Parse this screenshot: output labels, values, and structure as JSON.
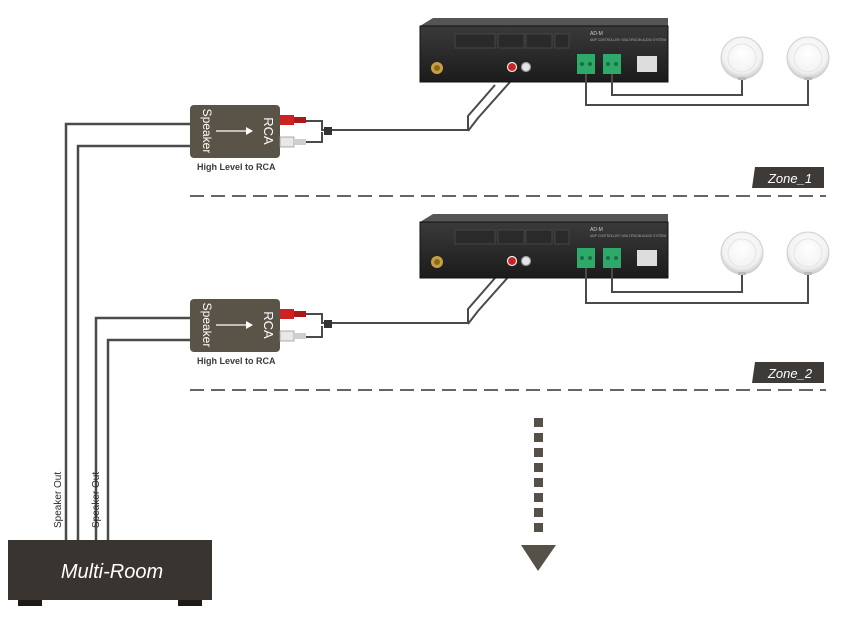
{
  "zones": [
    {
      "label": "Zone_1",
      "converter_label": "High Level  to RCA"
    },
    {
      "label": "Zone_2",
      "converter_label": "High Level  to RCA"
    }
  ],
  "converter": {
    "input": "Speaker",
    "output": "RCA"
  },
  "speaker_out_labels": [
    "Speaker Out",
    "Speaker Out"
  ],
  "amplifier": {
    "model": "AD-M",
    "subtitle": "AMP CONTROLLER / MULTIROOM AUDIO SYSTEM"
  },
  "source_device": {
    "label": "Multi-Room"
  },
  "colors": {
    "converter_box": "#5a5347",
    "multiroom_box": "#3a3431",
    "zone_tag": "#3e3a38",
    "arrow": "#555148",
    "wire": "#4a4a4a",
    "rca_red": "#cc2222",
    "terminal_green": "#2daa6a"
  }
}
